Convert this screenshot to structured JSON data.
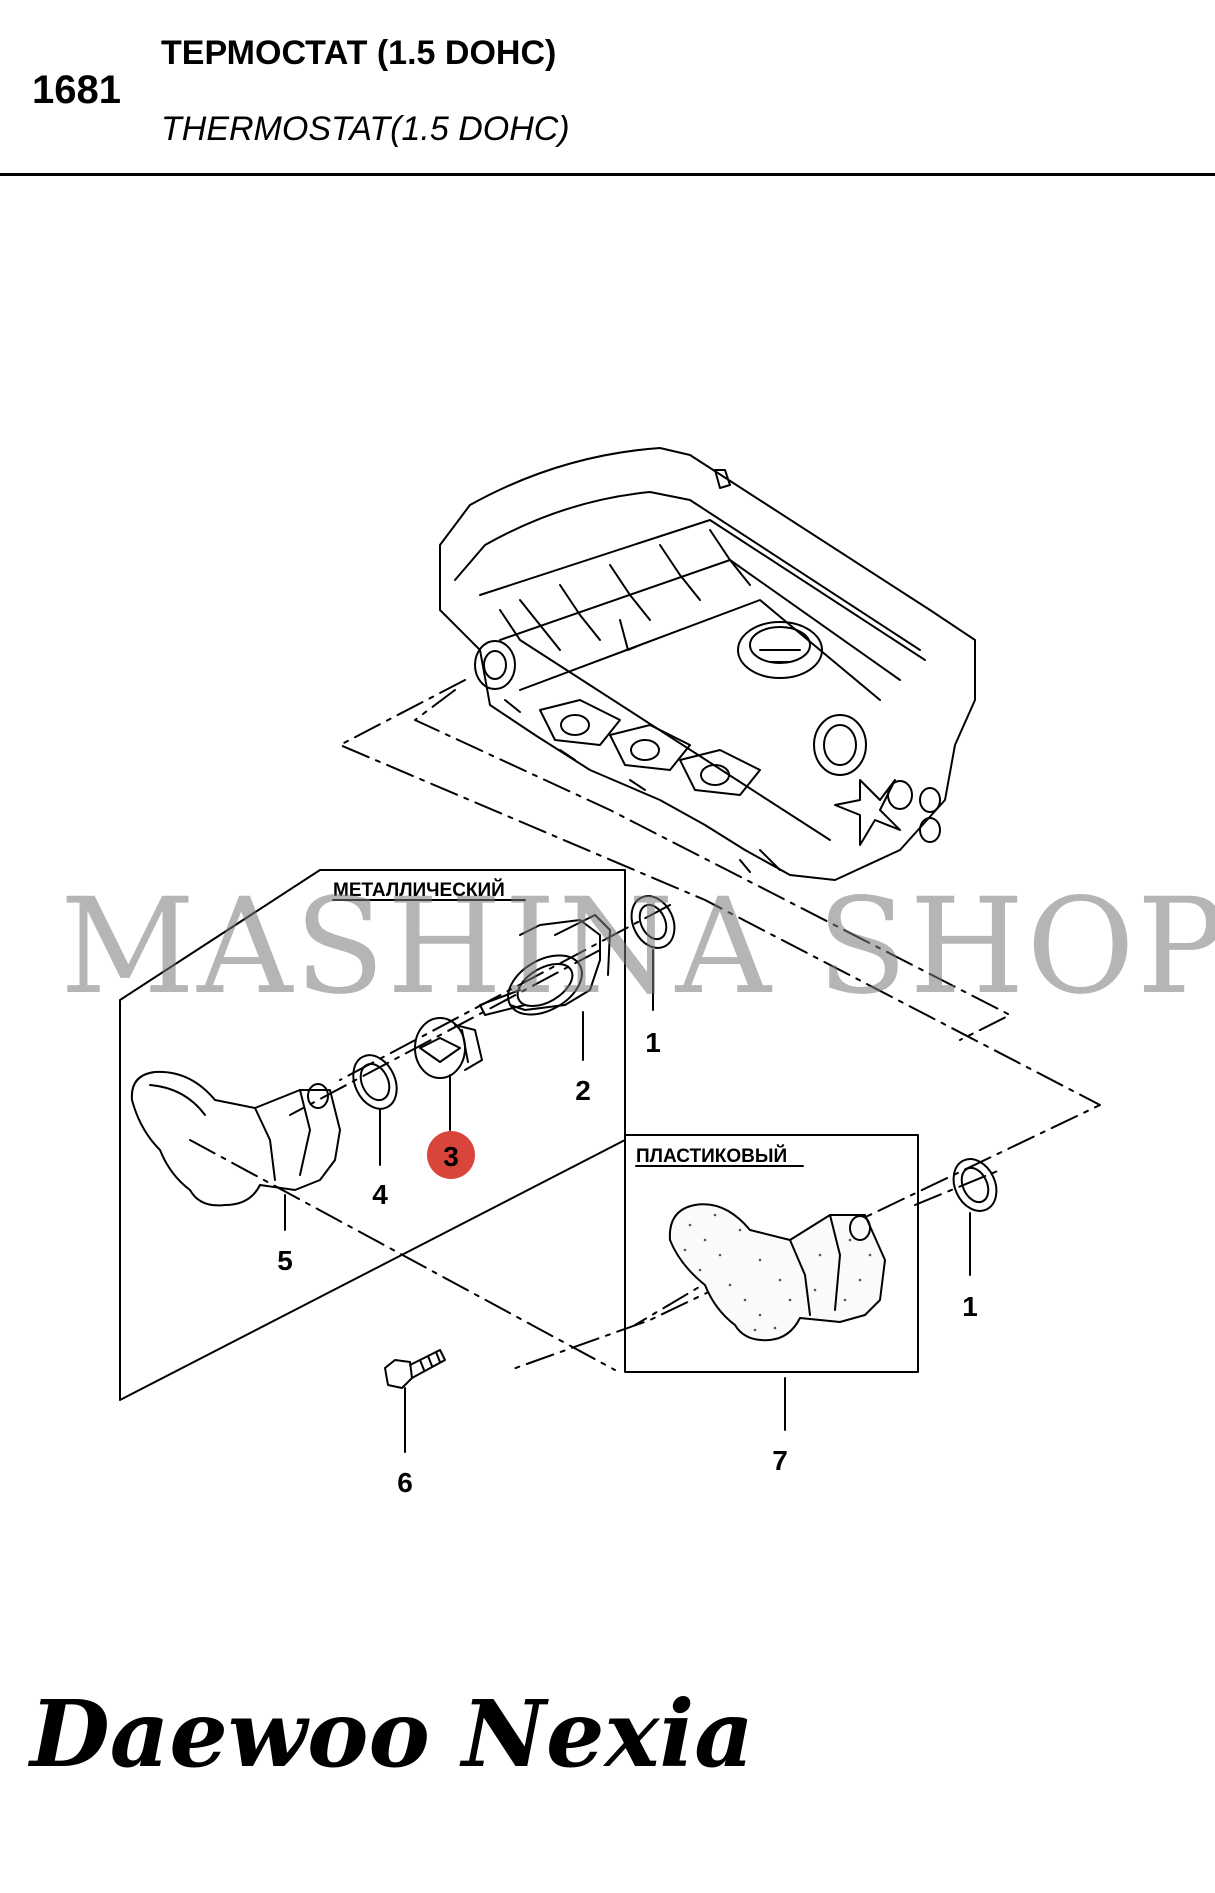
{
  "header": {
    "page_number": "1681",
    "title_ru": "ТЕРМОСТАТ (1.5 DOHC)",
    "title_en": "THERMOSTAT(1.5 DOHC)"
  },
  "diagram": {
    "box_metal_label": "МЕТАЛЛИЧЕСКИЙ",
    "box_plastic_label": "ПЛАСТИКОВЫЙ",
    "callouts": {
      "c1a": "1",
      "c1b": "1",
      "c2": "2",
      "c3": "3",
      "c4": "4",
      "c5": "5",
      "c6": "6",
      "c7": "7"
    },
    "highlight_color": "#d9453a"
  },
  "watermark": "MASHINA SHOP",
  "brand": "Daewoo Nexia"
}
